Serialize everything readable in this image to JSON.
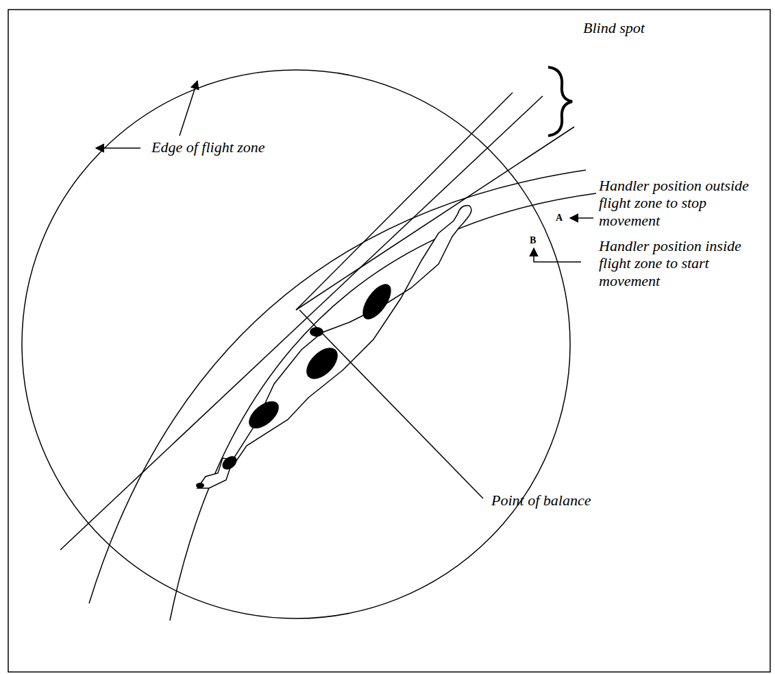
{
  "diagram": {
    "labels": [
      "Blind spot",
      "Edge of flight zone",
      "Handler position outside flight zone to stop movement",
      "Handler position inside flight zone to start movement",
      "Point of balance",
      "A",
      "B"
    ]
  }
}
